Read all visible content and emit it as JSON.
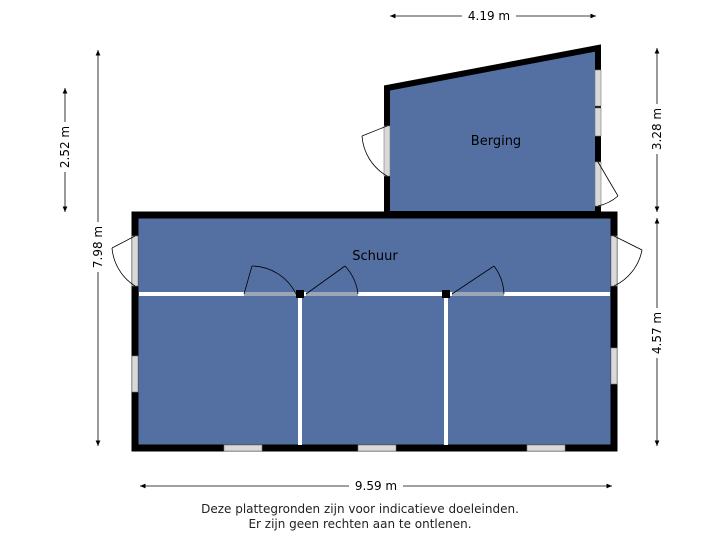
{
  "dimensions": {
    "top_width": "4.19 m",
    "bottom_width": "9.59 m",
    "left_total_height": "7.98 m",
    "left_upper_height": "2.52 m",
    "right_upper_height": "3.28 m",
    "right_lower_height": "4.57 m"
  },
  "rooms": {
    "storage": "Berging",
    "shed": "Schuur"
  },
  "disclaimer": {
    "line1": "Deze plattegronden zijn voor indicatieve doeleinden.",
    "line2": "Er zijn geen rechten aan te ontlenen."
  },
  "colors": {
    "floor": "#5470a3",
    "wall": "#000000",
    "window": "#d9d9d9"
  }
}
